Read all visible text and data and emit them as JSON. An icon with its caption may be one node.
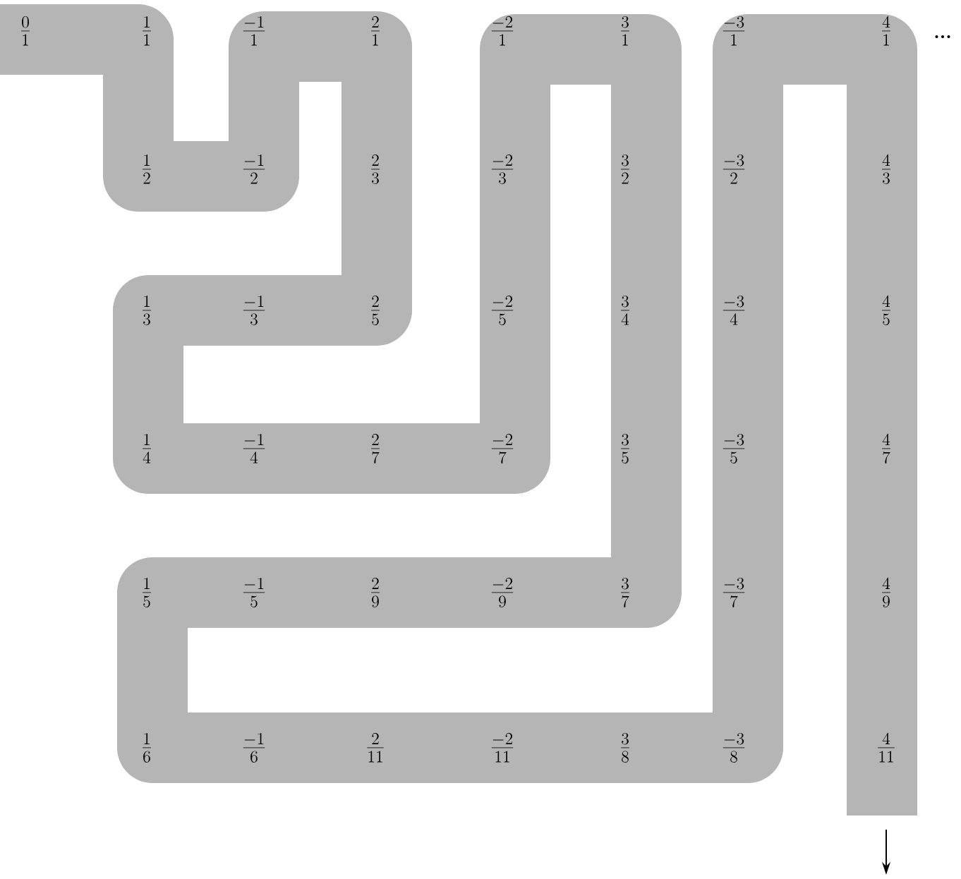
{
  "diagram": {
    "labels": [
      "\\frac{0}{1}",
      "\\frac{1}{1}",
      "\\frac{-1}{1}",
      "\\frac{2}{1}",
      "\\frac{-2}{1}",
      "\\frac{3}{1}",
      "\\frac{-3}{1}",
      "\\frac{4}{1}",
      "...",
      "\\frac{1}{2}",
      "\\frac{-1}{2}",
      "\\frac{2}{3}",
      "\\frac{-2}{3}",
      "\\frac{3}{2}",
      "\\frac{-3}{2}",
      "\\frac{4}{3}",
      "\\frac{1}{3}",
      "\\frac{-1}{3}",
      "\\frac{2}{5}",
      "\\frac{-2}{5}",
      "\\frac{3}{4}",
      "\\frac{-3}{4}",
      "\\frac{4}{5}",
      "\\frac{1}{4}",
      "\\frac{-1}{4}",
      "\\frac{2}{7}",
      "\\frac{-2}{7}",
      "\\frac{3}{5}",
      "\\frac{-3}{5}",
      "\\frac{4}{7}",
      "\\frac{1}{5}",
      "\\frac{-1}{5}",
      "\\frac{2}{9}",
      "\\frac{-2}{9}",
      "\\frac{3}{7}",
      "\\frac{-3}{7}",
      "\\frac{4}{9}",
      "\\frac{1}{6}",
      "\\frac{-1}{6}",
      "\\frac{2}{11}",
      "\\frac{-2}{11}",
      "\\frac{3}{8}",
      "\\frac{-3}{8}",
      "\\frac{4}{11}"
    ]
  }
}
